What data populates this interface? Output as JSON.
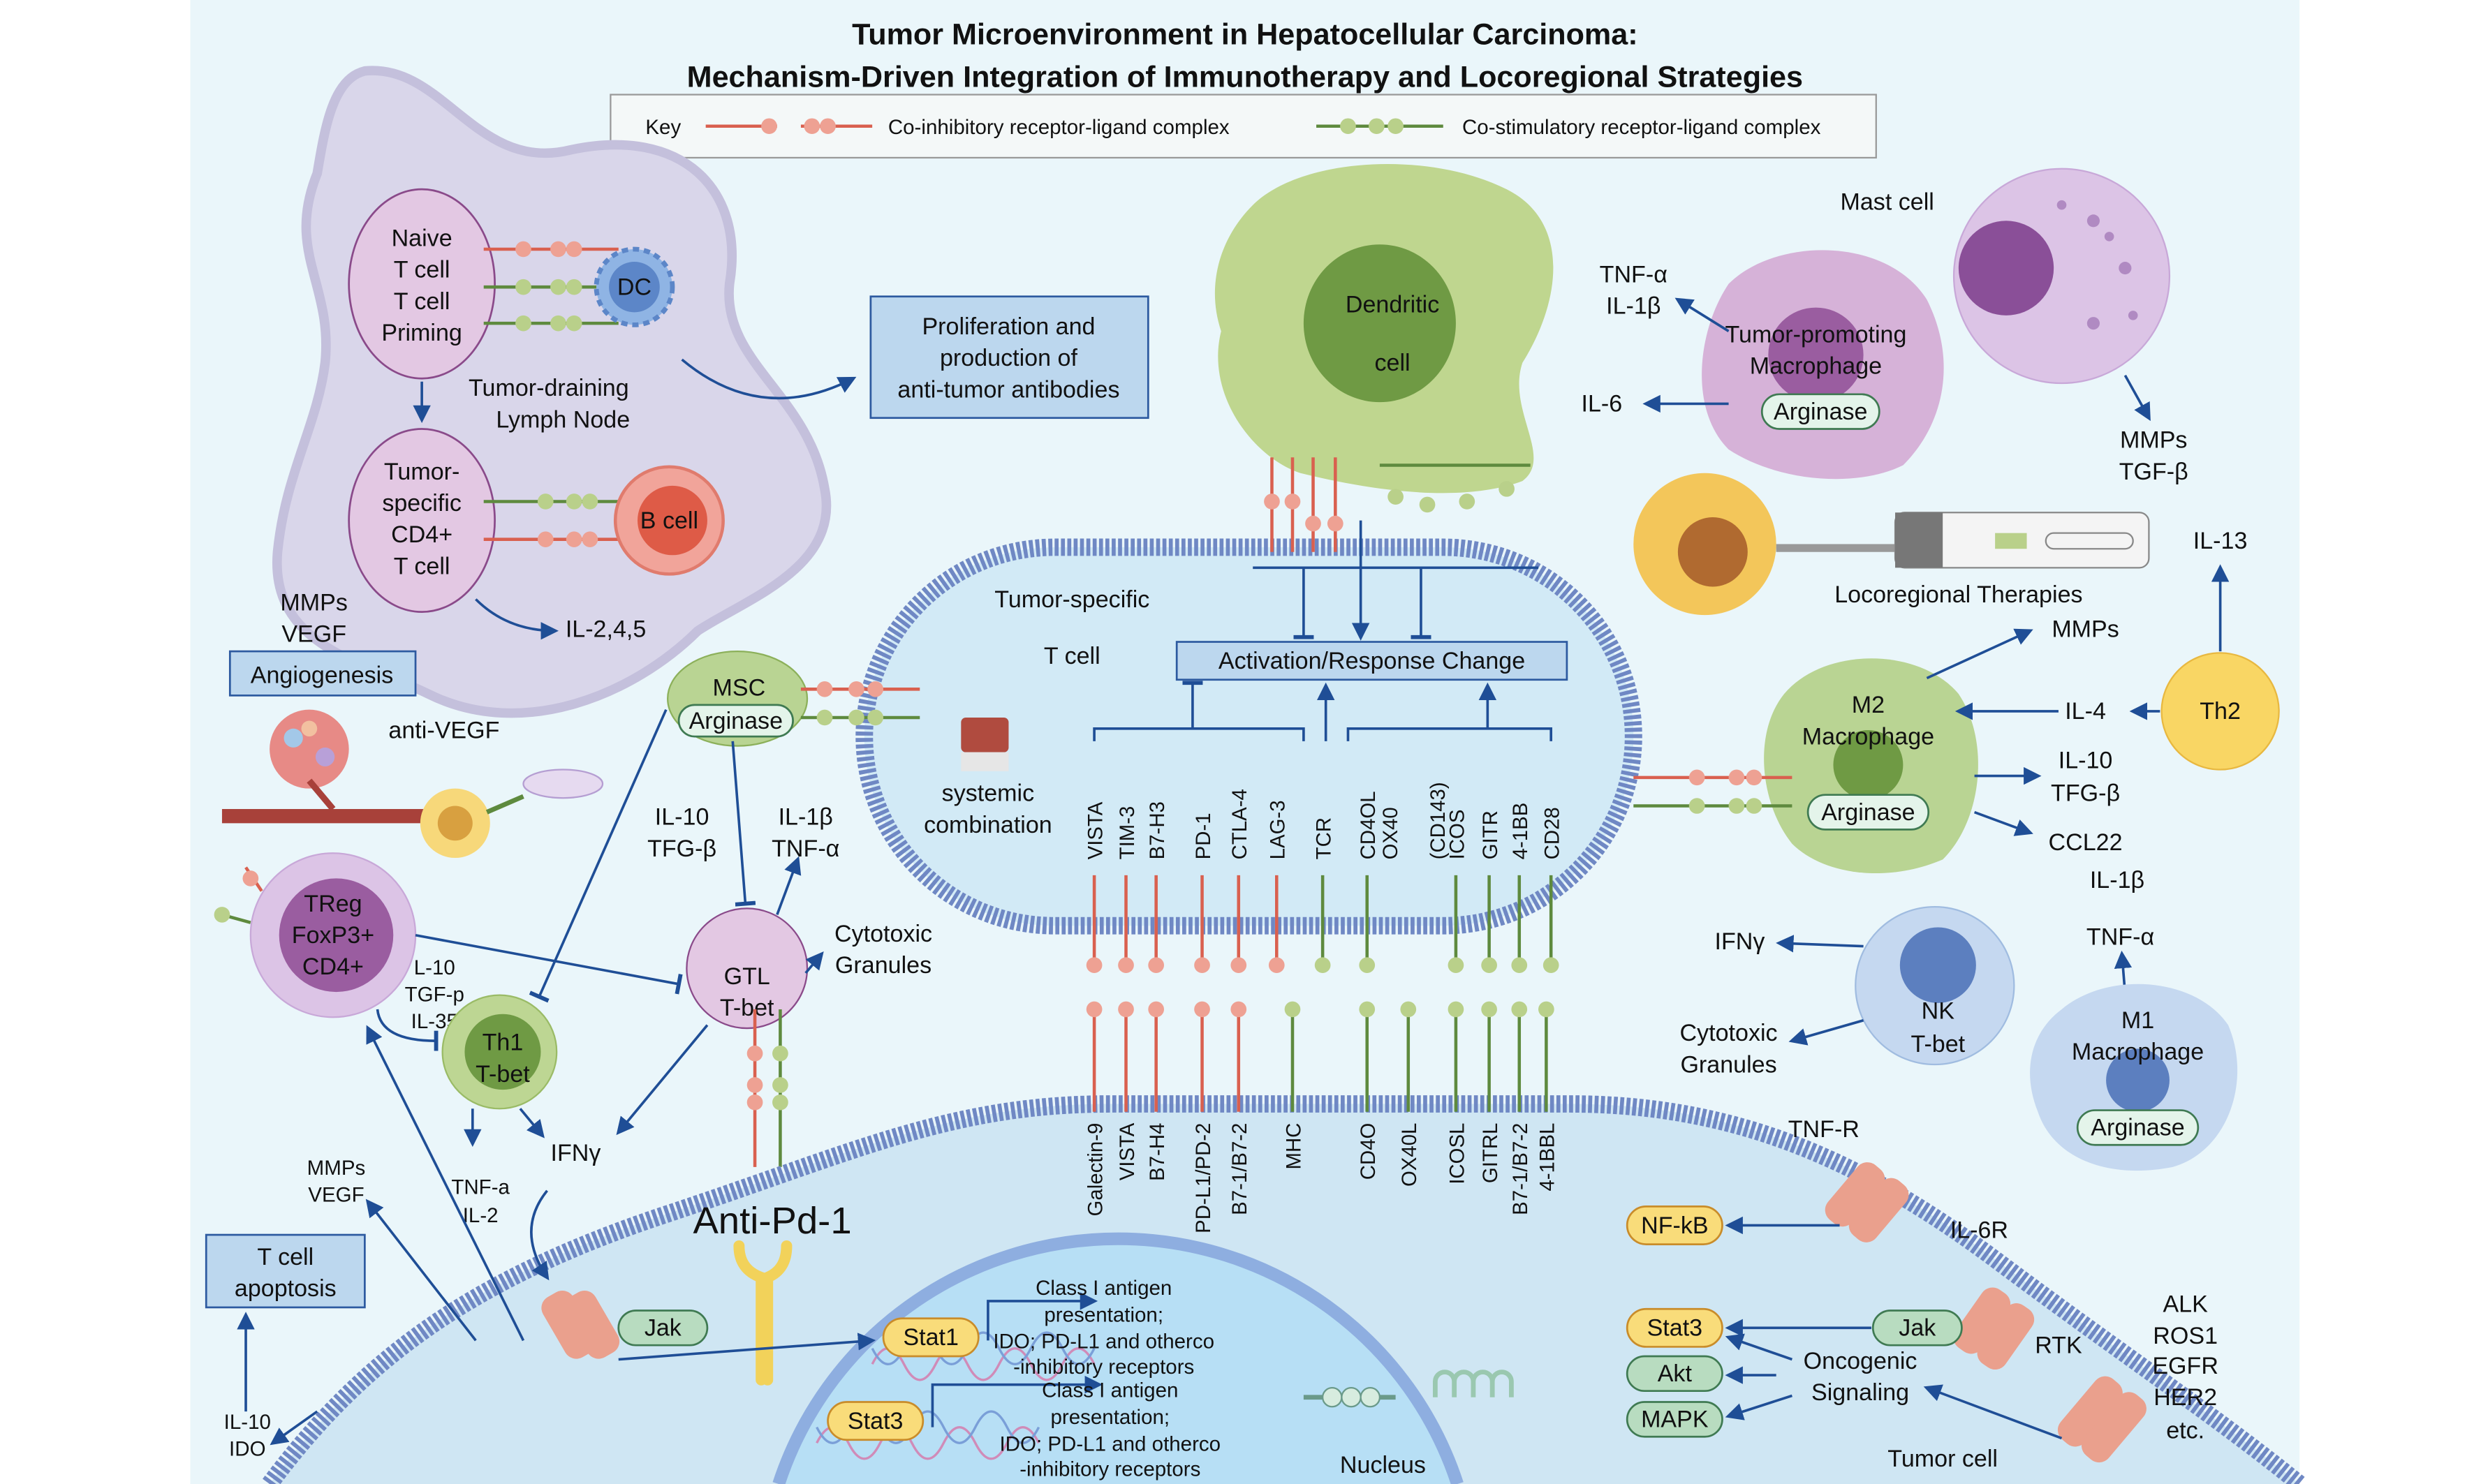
{
  "title": [
    "Tumor Microenvironment in Hepatocellular Carcinoma:",
    "Mechanism-Driven Integration of Immunotherapy and Locoregional Strategies"
  ],
  "key": {
    "label": "Key",
    "inhibitory": "Co-inhibitory receptor-ligand complex",
    "stimulatory": "Co-stimulatory receptor-ligand complex",
    "colors": {
      "inhibitory": "#d9604f",
      "stimulatory": "#5e8a3e"
    }
  },
  "lymph": {
    "naive": [
      "Naive",
      "T cell",
      "T cell",
      "Priming"
    ],
    "dc": "DC",
    "node": [
      "Tumor-draining",
      "Lymph Node"
    ],
    "cd4": [
      "Tumor-",
      "specific",
      "CD4+",
      "T cell"
    ],
    "bcell": "B cell",
    "il245": "IL-2,4,5"
  },
  "proliferation": [
    "Proliferation and",
    "production of",
    "anti-tumor antibodies"
  ],
  "angio": {
    "mmps": "MMPs",
    "vegf": "VEGF",
    "box": "Angiogenesis",
    "anti": "anti-VEGF"
  },
  "msc": {
    "name": "MSC",
    "arginase": "Arginase"
  },
  "systemic": [
    "systemic",
    "combination"
  ],
  "tcell": {
    "label": [
      "Tumor-specific",
      "T cell"
    ],
    "activation": "Activation/Response Change"
  },
  "dendritic": [
    "Dendritic",
    "cell"
  ],
  "tpm": {
    "name": [
      "Tumor-promoting",
      "Macrophage"
    ],
    "arginase": "Arginase",
    "out1": [
      "TNF-α",
      "IL-1β"
    ],
    "out2": "IL-6"
  },
  "mast": {
    "name": "Mast cell",
    "out": [
      "MMPs",
      "TGF-β"
    ]
  },
  "loco": "Locoregional Therapies",
  "th2": {
    "name": "Th2",
    "il13": "IL-13"
  },
  "m2": {
    "name": [
      "M2",
      "Macrophage"
    ],
    "arginase": "Arginase",
    "mmps": "MMPs",
    "il4": "IL-4",
    "out": [
      "IL-10",
      "TFG-β"
    ],
    "ccl22": "CCL22",
    "il1b": "IL-1β"
  },
  "nk": {
    "name": [
      "NK",
      "T-bet"
    ],
    "ifn": "IFNγ",
    "cyto": [
      "Cytotoxic",
      "Granules"
    ]
  },
  "m1": {
    "tnf": "TNF-α",
    "name": [
      "M1",
      "Macrophage"
    ],
    "arginase": "Arginase"
  },
  "treg": {
    "name": [
      "TReg",
      "FoxP3+",
      "CD4+"
    ],
    "out": [
      "L-10",
      "TGF-p",
      "IL-35"
    ]
  },
  "th1": {
    "name": [
      "Th1",
      "T-bet"
    ],
    "out": [
      "TNF-a",
      "IL-2"
    ],
    "ifn": "IFNγ"
  },
  "gtl": {
    "name": [
      "GTL",
      "T-bet"
    ],
    "in": [
      "IL-10",
      "TFG-β"
    ],
    "out": [
      "IL-1β",
      "TNF-α"
    ],
    "cyto": [
      "Cytotoxic",
      "Granules"
    ]
  },
  "left": {
    "mmps": [
      "MMPs",
      "VEGF"
    ],
    "apoptosis": [
      "T cell",
      "apoptosis"
    ],
    "il10": [
      "IL-10",
      "IDO"
    ]
  },
  "receptors": [
    "VISTA",
    "TIM-3",
    "B7-H3",
    "PD-1",
    "CTLA-4",
    "LAG-3",
    "TCR",
    "CD4OL",
    "OX40",
    "(CD143)",
    "ICOS",
    "GITR",
    "4-1BB",
    "CD28"
  ],
  "ligands": [
    "Galectin-9",
    "VISTA",
    "B7-H4",
    "PD-L1/PD-2",
    "B7-1/B7-2",
    "MHC",
    "CD4O",
    "OX40L",
    "ICOSL",
    "GITRL",
    "B7-1/B7-2",
    "4-1BBL"
  ],
  "tumor": {
    "antipd1": "Anti-Pd-1",
    "jak": "Jak",
    "stat1": "Stat1",
    "stat3": "Stat3",
    "class1": [
      "Class I antigen",
      "presentation;",
      "IDO; PD-L1 and otherco",
      "-inhibitory receptors"
    ],
    "class2": [
      "Class I antigen",
      "presentation;",
      "IDO; PD-L1 and otherco",
      "-inhibitory receptors"
    ],
    "nucleus": "Nucleus",
    "nfkb": "NF-kB",
    "tnfr": "TNF-R",
    "il6r": "IL-6R",
    "stat3r": "Stat3",
    "akt": "Akt",
    "mapk": "MAPK",
    "jakr": "Jak",
    "onco": [
      "Oncogenic",
      "Signaling"
    ],
    "rtk": "RTK",
    "targets": [
      "ALK",
      "ROS1",
      "EGFR",
      "HER2",
      "etc."
    ],
    "label": "Tumor cell"
  }
}
